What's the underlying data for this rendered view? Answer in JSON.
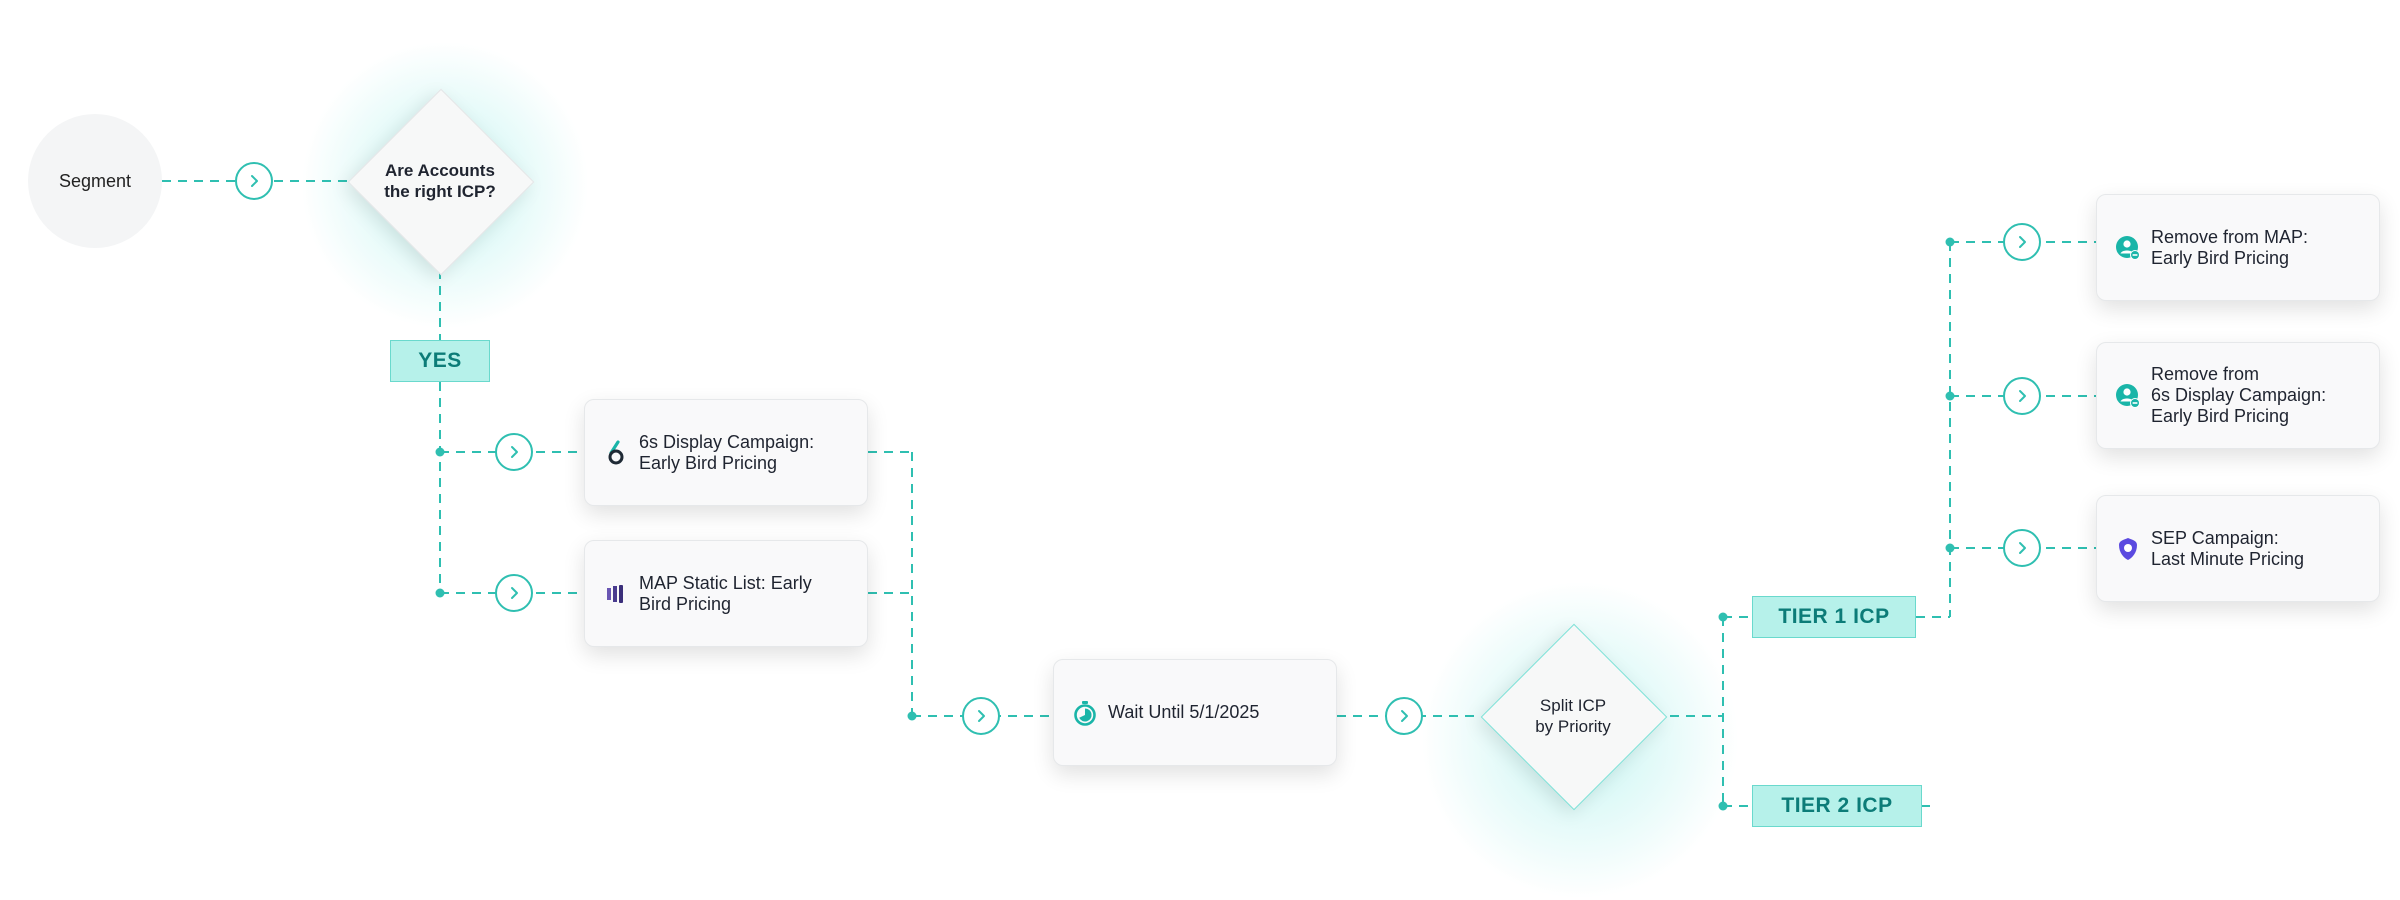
{
  "start": {
    "label": "Segment"
  },
  "decision_icp": {
    "label": "Are Accounts\nthe right ICP?"
  },
  "yes_tag": {
    "label": "YES"
  },
  "card_display": {
    "label": "6s Display Campaign:\nEarly Bird Pricing",
    "icon": "six-sense-logo-icon"
  },
  "card_map": {
    "label": "MAP Static List: Early\nBird Pricing",
    "icon": "map-bars-icon"
  },
  "card_wait": {
    "label": "Wait Until 5/1/2025",
    "icon": "timer-icon"
  },
  "decision_split": {
    "label": "Split ICP\nby Priority"
  },
  "tier1_tag": {
    "label": "TIER 1 ICP"
  },
  "tier2_tag": {
    "label": "TIER 2 ICP"
  },
  "card_remove_map": {
    "label": "Remove from MAP:\nEarly Bird Pricing",
    "icon": "remove-user-icon"
  },
  "card_remove_display": {
    "label": "Remove from\n6s Display Campaign:\nEarly Bird Pricing",
    "icon": "remove-user-icon"
  },
  "card_sep": {
    "label": "SEP Campaign:\nLast Minute Pricing",
    "icon": "outreach-shield-icon"
  },
  "colors": {
    "accent": "#2fbfb1",
    "tag_fill": "#b6f1ea",
    "tag_text": "#0c7c78",
    "card_bg": "#f9f9fa"
  }
}
